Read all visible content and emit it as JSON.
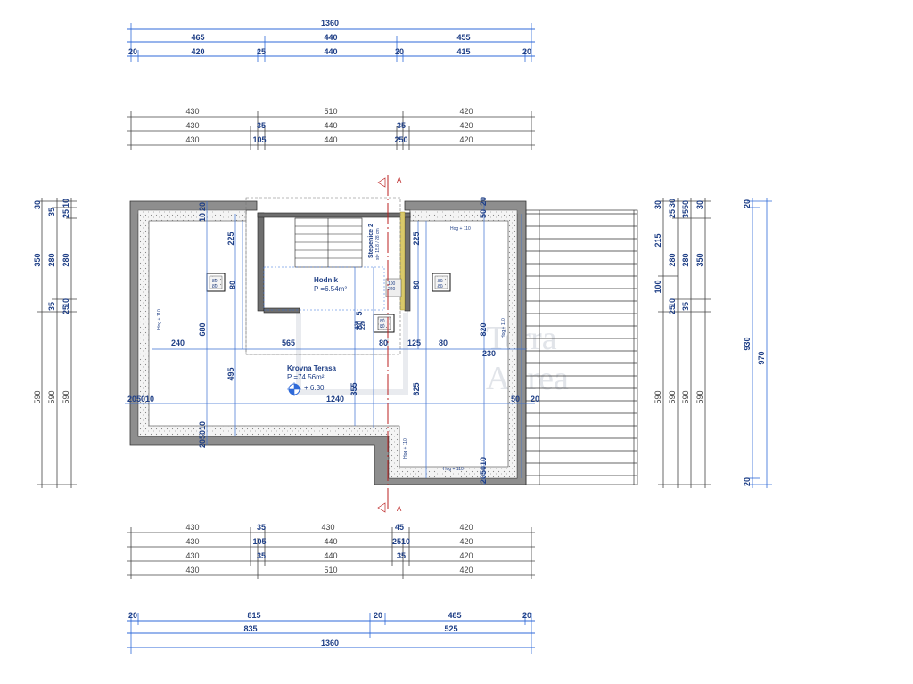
{
  "drawing": {
    "top_overall": "1360",
    "top_row1": [
      "465",
      "440",
      "455"
    ],
    "top_row2": [
      "20",
      "420",
      "25",
      "440",
      "20",
      "415",
      "20"
    ],
    "upper_row1": [
      "430",
      "510",
      "420"
    ],
    "upper_row2": [
      "430",
      "35",
      "440",
      "35",
      "420"
    ],
    "upper_row3": [
      "430",
      "105",
      "440",
      "250",
      "420"
    ],
    "lower_row1": [
      "430",
      "35",
      "430",
      "45",
      "420"
    ],
    "lower_row2": [
      "430",
      "105",
      "440",
      "2510",
      "420"
    ],
    "lower_row3": [
      "430",
      "35",
      "440",
      "35",
      "420"
    ],
    "lower_row4": [
      "430",
      "510",
      "420"
    ],
    "bottom_row1": [
      "20",
      "815",
      "20",
      "485",
      "20"
    ],
    "bottom_row2": [
      "835",
      "525"
    ],
    "bottom_overall": "1360",
    "left_col_a": [
      "30",
      "350",
      "590"
    ],
    "left_col_b": [
      "35",
      "280",
      "35",
      "590"
    ],
    "left_col_c": [
      "25",
      "10",
      "280",
      "10",
      "25",
      "590"
    ],
    "right_col_a": [
      "30",
      "215",
      "100",
      "590"
    ],
    "right_col_b": [
      "25",
      "30",
      "280",
      "10",
      "25",
      "590"
    ],
    "right_col_c": [
      "35",
      "50",
      "280",
      "35",
      "590"
    ],
    "right_col_d": [
      "30",
      "350",
      "590"
    ],
    "right_overall_a": [
      "20",
      "930",
      "20"
    ],
    "right_overall_b": "970",
    "section_marker": "A",
    "room_hodnik_name": "Hodnik",
    "room_hodnik_area": "P =6.54m²",
    "room_terasa_name": "Krovna Terasa",
    "room_terasa_area": "P =74.56m²",
    "level_mark": "+ 6.30",
    "stairs_label": "Stepenice 2",
    "stairs_detail": "st= 15.8 / 28 cm",
    "inner_dims": {
      "d240": "240",
      "d565": "565",
      "d80a": "80",
      "d125": "125",
      "d80b": "80",
      "d230": "230",
      "d1240": "1240",
      "d680": "680",
      "d495": "495",
      "d355": "355",
      "d625": "625",
      "d820": "820",
      "d225a": "225",
      "d225b": "225",
      "d80c": "80",
      "d80d": "80",
      "d80e": "80",
      "d5": "5",
      "d20": "20",
      "d205010a": "205010",
      "d205010b": "205010",
      "d205010c": "205010",
      "d50a": "50",
      "d50b": "50",
      "d20b": "20",
      "d10": "10",
      "d20c": "20",
      "d420": "420",
      "d220": "220"
    },
    "hood_labels": [
      "Hog + 110",
      "Hog + 110",
      "Hog + 110",
      "Hog + 110",
      "Hog + 110"
    ],
    "box_labels": [
      "80",
      "80",
      "80",
      "80",
      "100",
      "220",
      "80",
      "80"
    ],
    "watermark_line1": "Terra",
    "watermark_line2": "Aurea"
  }
}
